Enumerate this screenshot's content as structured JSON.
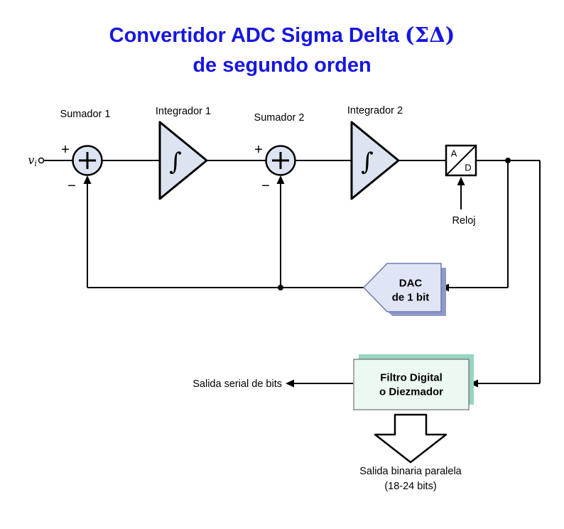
{
  "title": {
    "line1_main": "Convertidor ADC Sigma Delta ",
    "line1_math": "(ΣΔ)",
    "line2": "de segundo orden"
  },
  "input": {
    "label_main": "v",
    "label_sub": "i"
  },
  "labels": {
    "sumador1": "Sumador 1",
    "integrador1": "Integrador 1",
    "sumador2": "Sumador 2",
    "integrador2": "Integrador 2",
    "reloj": "Reloj",
    "salida_serial": "Salida serial de bits",
    "salida_paralela_1": "Salida binaria paralela",
    "salida_paralela_2": "(18-24 bits)"
  },
  "signs": {
    "plus1": "+",
    "minus1": "−",
    "plus2": "+",
    "minus2": "−"
  },
  "blocks": {
    "integrator_symbol": "∫",
    "adc": {
      "top": "A",
      "bottom": "D"
    },
    "dac": {
      "line1": "DAC",
      "line2": "de 1 bit"
    },
    "filtro": {
      "line1": "Filtro Digital",
      "line2": "o Diezmador"
    }
  },
  "colors": {
    "title": "#1717e0",
    "line": "#000000",
    "block_fill": "#dde4f1",
    "dac_fill": "#e0e5f5",
    "dac_shadow": "#8e99cb",
    "dac_stroke": "#6d79ad",
    "filtro_fill": "#ecf8f2",
    "filtro_shadow": "#97d5c0"
  }
}
